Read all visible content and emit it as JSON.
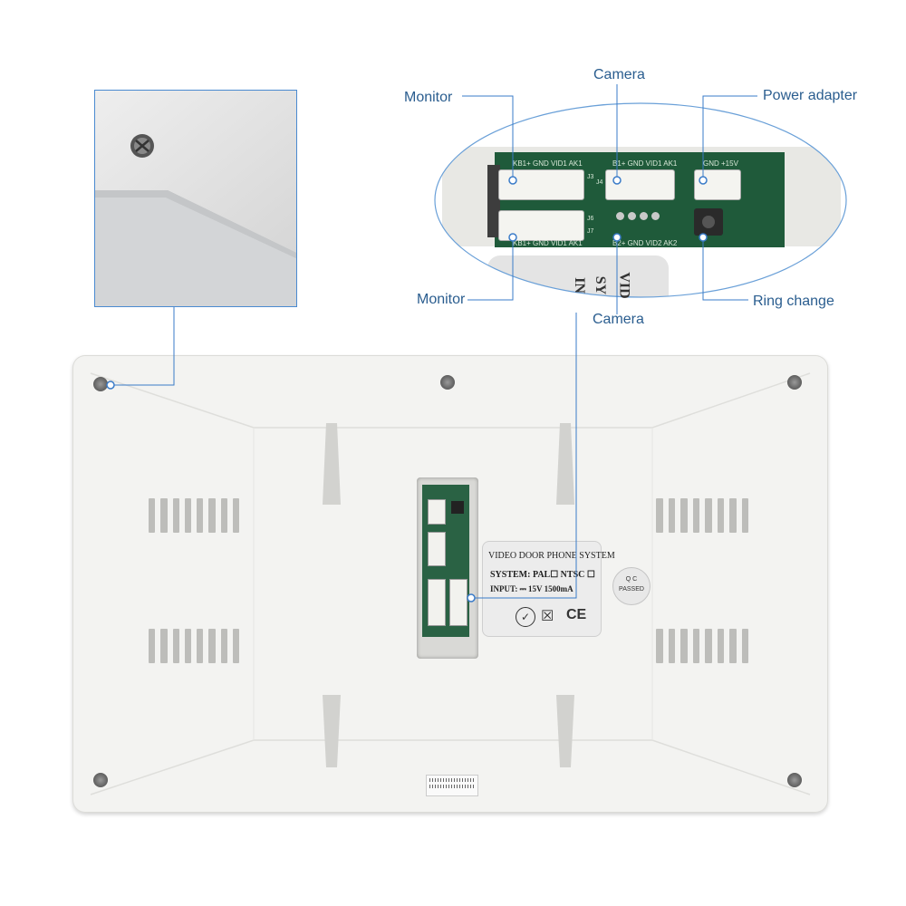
{
  "callouts": {
    "monitor_top": "Monitor",
    "camera_top": "Camera",
    "power_adapter": "Power adapter",
    "monitor_bottom": "Monitor",
    "camera_bottom": "Camera",
    "ring_change": "Ring change"
  },
  "pcb_silkscreen": {
    "j3": "KB1+ GND VID1 AK1",
    "j4": "B1+ GND VID1 AK1",
    "j5": "GND +15V",
    "j7": "KB1+ GND VID1 AK1",
    "j6": "B2+ GND VID2 AK2",
    "label_j3": "J3",
    "label_j4": "J4",
    "label_j6": "J6",
    "label_j7": "J7"
  },
  "sticker_fragment": {
    "line1": "VID",
    "line2": "SY",
    "line3": "IN"
  },
  "label": {
    "title": "VIDEO DOOR PHONE SYSTEM",
    "system": "SYSTEM: PAL☐  NTSC ☐",
    "input": "INPUT: ⎓ 15V 1500mA",
    "ce": "CE"
  },
  "qc": {
    "line1": "Q C",
    "line2": "PASSED"
  },
  "colors": {
    "callout_line": "#3a7bc8",
    "callout_text": "#2a5d8f",
    "housing": "#f2f2f0",
    "pcb": "#1f5a3a"
  }
}
